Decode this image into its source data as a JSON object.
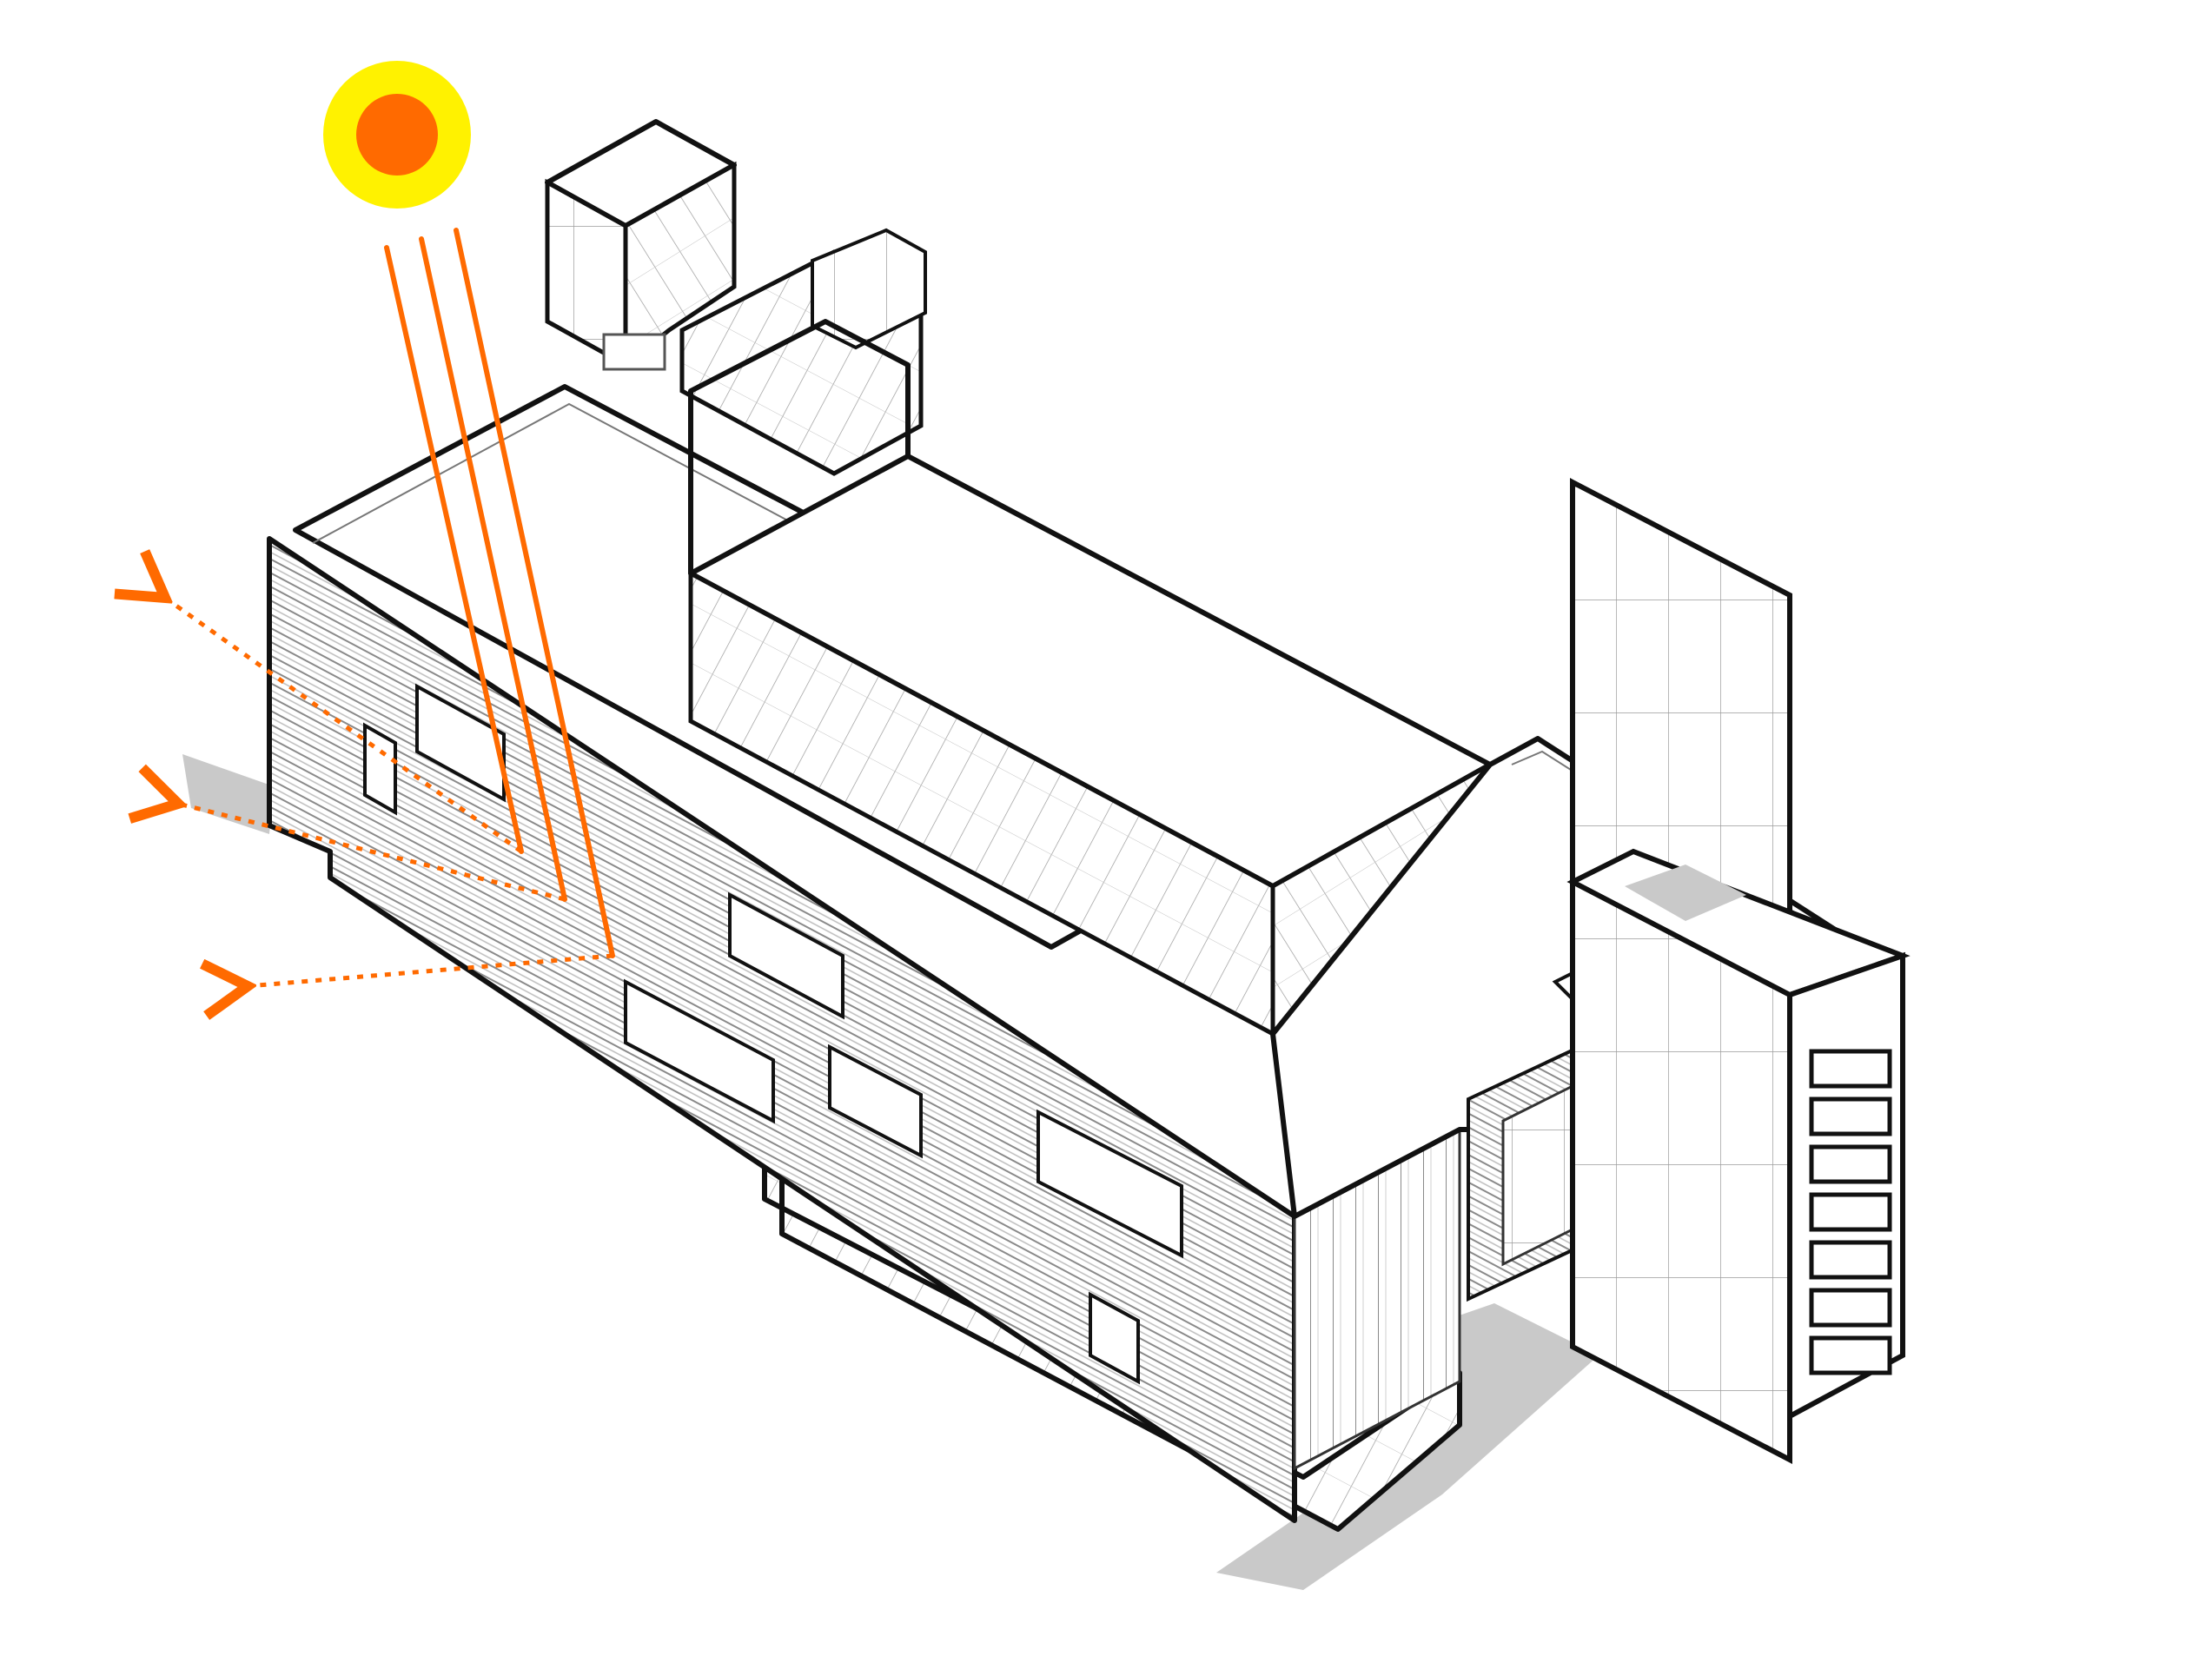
{
  "diagram": {
    "kind": "axonometric-solar-shading",
    "colors": {
      "background": "#ffffff",
      "outline": "#111111",
      "line": "#555555",
      "shadow": "#c9c9c9",
      "sun_outer": "#fff200",
      "sun_inner": "#ff6a00",
      "ray": "#ff6a00"
    },
    "icons": {
      "sun": "sun-icon",
      "incoming_rays": "solid-arrow-lines",
      "deflected_rays": "dotted-arrow-icon"
    },
    "incoming_ray_count": 3,
    "deflected_ray_count": 3
  }
}
